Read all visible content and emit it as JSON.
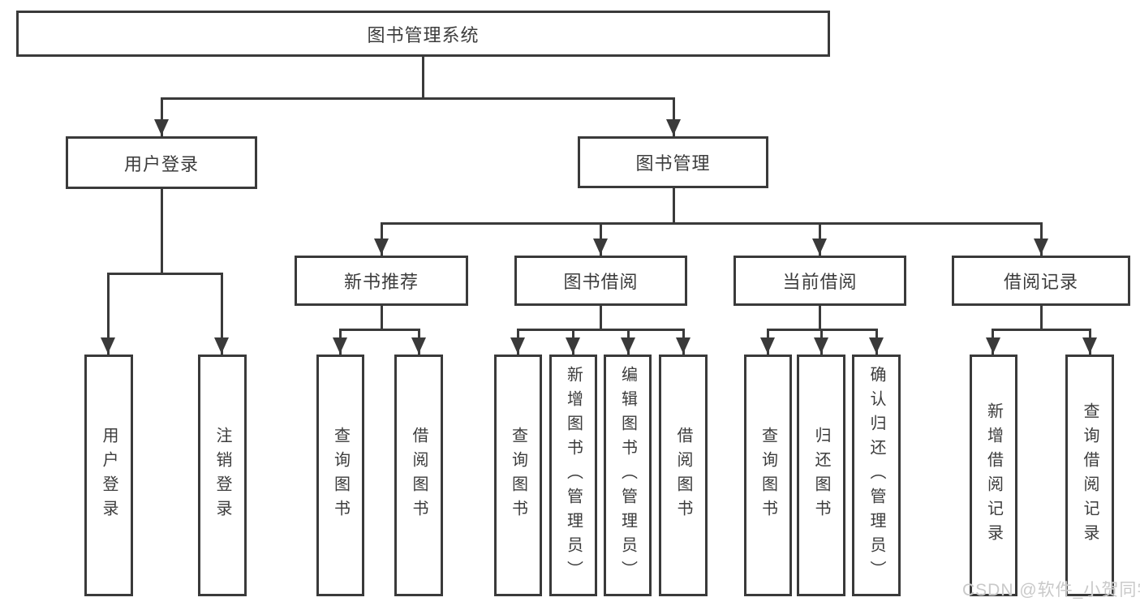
{
  "tree": {
    "label": "图书管理系统",
    "children": [
      {
        "label": "用户登录",
        "children": [
          {
            "label": "用户登录"
          },
          {
            "label": "注销登录"
          }
        ]
      },
      {
        "label": "图书管理",
        "children": [
          {
            "label": "新书推荐",
            "children": [
              {
                "label": "查询图书"
              },
              {
                "label": "借阅图书"
              }
            ]
          },
          {
            "label": "图书借阅",
            "children": [
              {
                "label": "查询图书"
              },
              {
                "label": "新增图书（管理员）"
              },
              {
                "label": "编辑图书（管理员）"
              },
              {
                "label": "借阅图书"
              }
            ]
          },
          {
            "label": "当前借阅",
            "children": [
              {
                "label": "查询图书"
              },
              {
                "label": "归还图书"
              },
              {
                "label": "确认归还（管理员）"
              }
            ]
          },
          {
            "label": "借阅记录",
            "children": [
              {
                "label": "新增借阅记录"
              },
              {
                "label": "查询借阅记录"
              }
            ]
          }
        ]
      }
    ]
  },
  "watermark": "CSDN @软件_小贺同学",
  "colors": {
    "line": "#3a3a3a",
    "text": "#3c3c3c",
    "background": "#ffffff",
    "watermark": "#c9c9c9"
  }
}
